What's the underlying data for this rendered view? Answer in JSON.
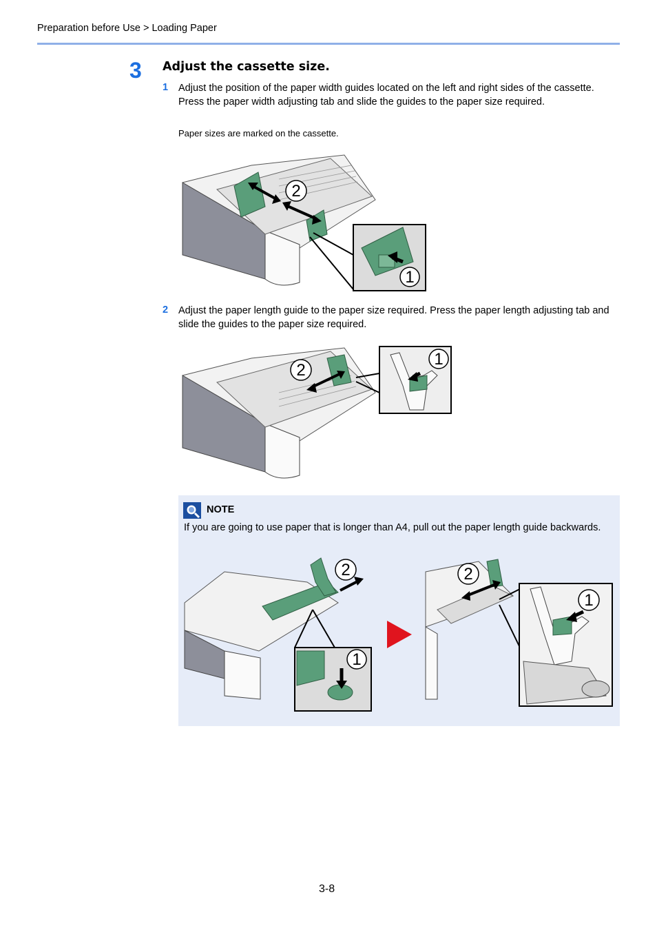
{
  "header": {
    "breadcrumb": "Preparation before Use > Loading Paper"
  },
  "step": {
    "number": "3",
    "title": "Adjust the cassette size."
  },
  "substeps": [
    {
      "number": "1",
      "text": "Adjust the position of the paper width guides located on the left and right sides of the cassette. Press the paper width adjusting tab and slide the guides to the paper size required.",
      "note": "Paper sizes are marked on the cassette."
    },
    {
      "number": "2",
      "text": "Adjust the paper length guide to the paper size required. Press the paper length adjusting tab and slide the guides to the paper size required."
    }
  ],
  "note": {
    "title": "NOTE",
    "text": "If you are going to use paper that is longer than A4, pull out the paper length guide backwards."
  },
  "callouts": {
    "one": "1",
    "two": "2"
  },
  "page_number": "3-8",
  "colors": {
    "accent": "#1c6fe0",
    "guide_green": "#5a9e7a",
    "note_bg": "#e6ecf8",
    "arrow_red": "#e0141e"
  }
}
